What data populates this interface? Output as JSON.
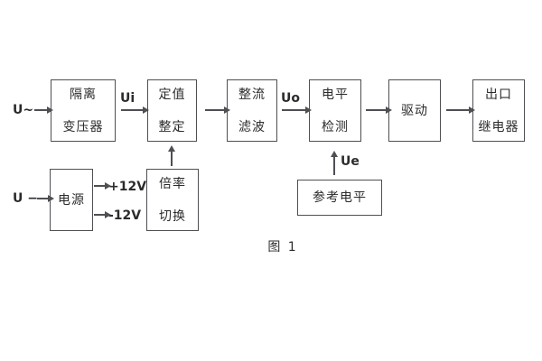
{
  "diagram": {
    "caption": "图 1",
    "blocks": {
      "isolation_transformer": {
        "lines": [
          "隔离",
          "变压器"
        ]
      },
      "value_setting": {
        "lines": [
          "定值",
          "整定"
        ]
      },
      "rectifier_filter": {
        "lines": [
          "整流",
          "滤波"
        ]
      },
      "level_detection": {
        "lines": [
          "电平",
          "检测"
        ]
      },
      "driver": {
        "lines": [
          "驱动"
        ]
      },
      "output_relay": {
        "lines": [
          "出口",
          "继电器"
        ]
      },
      "power_supply": {
        "lines": [
          "电源"
        ]
      },
      "ratio_switch": {
        "lines": [
          "倍率",
          "切换"
        ]
      },
      "reference_level": {
        "lines": [
          "参考电平"
        ]
      }
    },
    "labels": {
      "ac_input": "U~",
      "dc_input": "U −",
      "ui": "Ui",
      "uo": "Uo",
      "ue": "Ue",
      "plus_12v": "+12V",
      "minus_12v": "-12V"
    },
    "colors": {
      "line": "#4d4f53",
      "text": "#2b2b2b",
      "background": "#ffffff"
    }
  }
}
